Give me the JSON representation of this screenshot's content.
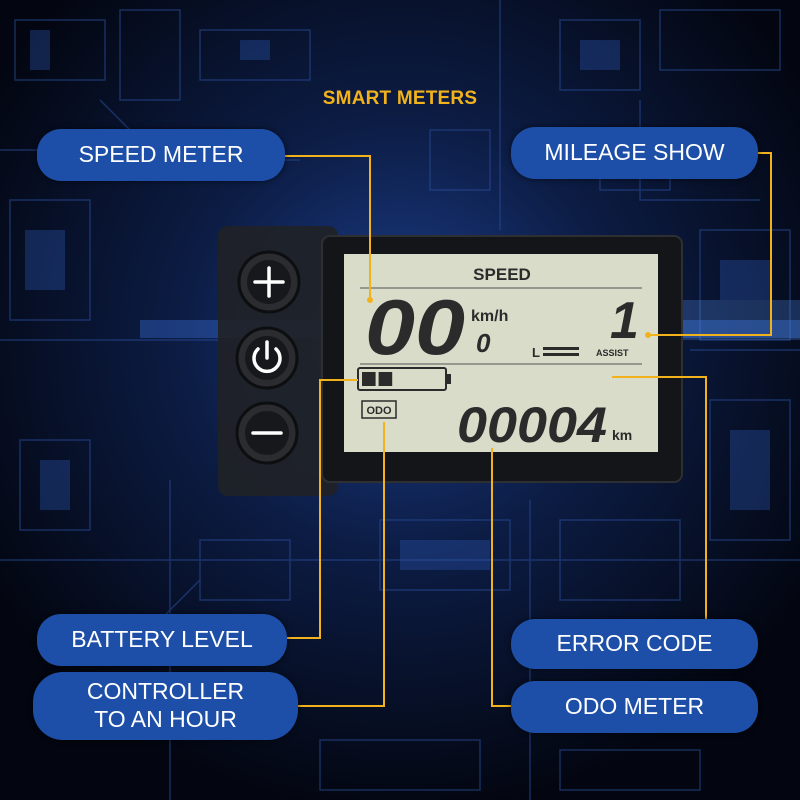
{
  "title": "SMART METERS",
  "labels": {
    "speed_meter": "SPEED METER",
    "mileage_show": "MILEAGE SHOW",
    "battery_level": "BATTERY LEVEL",
    "controller_line1": "CONTROLLER",
    "controller_line2": "TO AN HOUR",
    "error_code": "ERROR CODE",
    "odo_meter": "ODO METER"
  },
  "display": {
    "speed_heading": "SPEED",
    "speed_value": "00",
    "speed_unit": "km/h",
    "error_value": "0",
    "light_indicator": "L",
    "assist_level": "1",
    "assist_label": "ASSIST",
    "odo_badge": "ODO",
    "odo_value": "00004",
    "odo_unit": "km",
    "battery_bars_filled": 2,
    "battery_bars_total": 5
  },
  "colors": {
    "accent_title": "#f2b21c",
    "label_bg": "#1d4fa8",
    "callout_line": "#f2b21c",
    "lcd_bg": "#d8dcc9"
  },
  "icons": [
    "plus-icon",
    "power-icon",
    "minus-icon"
  ]
}
